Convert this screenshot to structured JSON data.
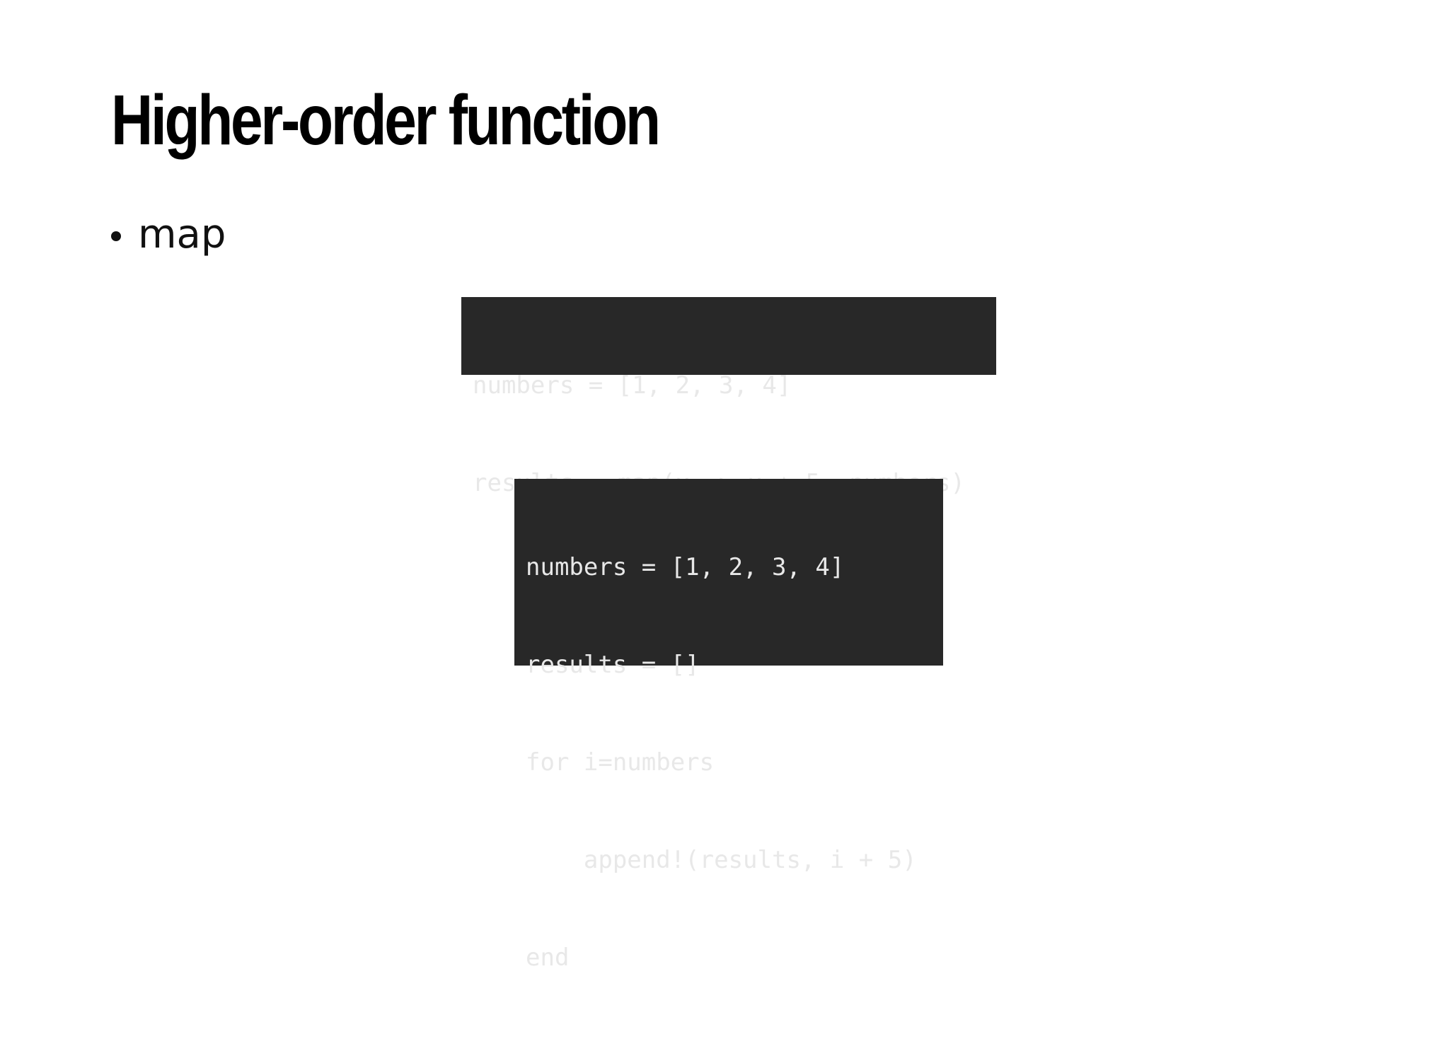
{
  "slide": {
    "title": "Higher-order function",
    "bullets": [
      "map"
    ],
    "code_map": {
      "lines": [
        "numbers = [1, 2, 3, 4]",
        "results = map(x -> x + 5, numbers)"
      ]
    },
    "code_loop": {
      "lines": [
        "numbers = [1, 2, 3, 4]",
        "results = []",
        "for i=numbers",
        "    append!(results, i + 5)",
        "end"
      ]
    },
    "colors": {
      "background": "#ffffff",
      "code_background": "#282828",
      "code_text": "#e8e8e8",
      "text": "#000000"
    }
  }
}
